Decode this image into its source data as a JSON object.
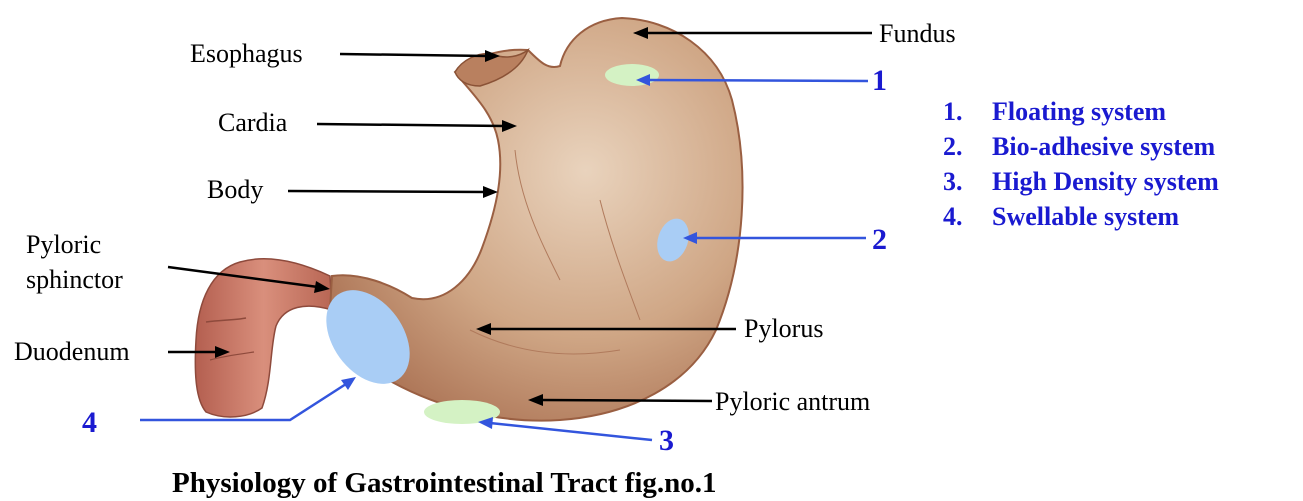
{
  "anatomy_labels": {
    "fundus": "Fundus",
    "esophagus": "Esophagus",
    "cardia": "Cardia",
    "body": "Body",
    "pyloric_sphinctor_line1": "Pyloric",
    "pyloric_sphinctor_line2": "sphinctor",
    "duodenum": "Duodenum",
    "pylorus": "Pylorus",
    "pyloric_antrum": "Pyloric antrum"
  },
  "marker_numbers": {
    "floating": "1",
    "bioadhesive": "2",
    "high_density": "3",
    "swellable": "4"
  },
  "legend": {
    "items": [
      {
        "num": "1.",
        "text": "Floating system"
      },
      {
        "num": "2.",
        "text": "Bio-adhesive system"
      },
      {
        "num": "3.",
        "text": "High Density system"
      },
      {
        "num": "4.",
        "text": "Swellable system"
      }
    ]
  },
  "caption": "Physiology of Gastrointestinal Tract fig.no.1",
  "colors": {
    "stomach": "#c9a07f",
    "stomach_edge": "#a8704f",
    "duodenum": "#c67868",
    "green_marker": "#d4f2c4",
    "blue_marker": "#a9cdf5",
    "legend_blue": "#1a1ad0",
    "pointer_blue": "#3355dd"
  }
}
